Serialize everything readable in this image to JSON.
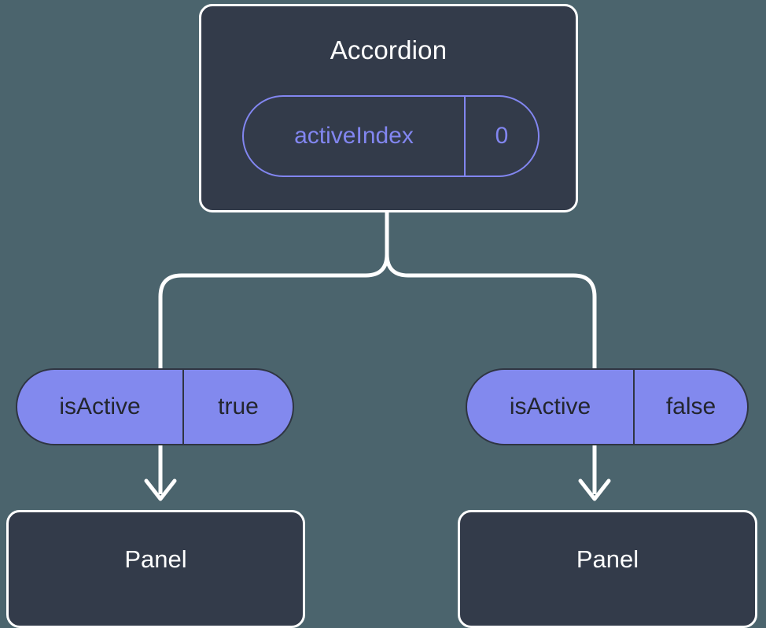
{
  "diagram": {
    "type": "component-tree",
    "background_color": "#4b646d",
    "root": {
      "label": "Accordion",
      "box_fill": "#333b4a",
      "box_border": "#ffffff",
      "state_pill": {
        "key": "activeIndex",
        "value": "0",
        "accent_color": "#8286f0",
        "style": "outlined"
      }
    },
    "branches": [
      {
        "side": "left",
        "prop_pill": {
          "key": "isActive",
          "value": "true",
          "fill": "#8289ee",
          "border": "#2f3542",
          "text_color": "#23262e"
        },
        "child": {
          "label": "Panel"
        }
      },
      {
        "side": "right",
        "prop_pill": {
          "key": "isActive",
          "value": "false",
          "fill": "#8289ee",
          "border": "#2f3542",
          "text_color": "#23262e"
        },
        "child": {
          "label": "Panel"
        }
      }
    ],
    "connectors": {
      "color": "#ffffff",
      "fork_style": "rounded-tee",
      "arrow_style": "open-chevron"
    }
  }
}
